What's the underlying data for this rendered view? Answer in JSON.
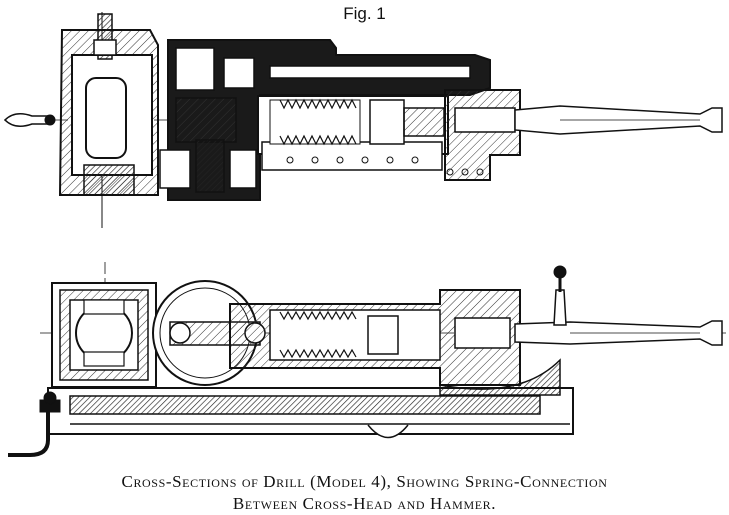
{
  "figure": {
    "label": "Fig. 1",
    "caption_line1": "Cross-Sections of Drill (Model 4), Showing Spring-Connection",
    "caption_line2": "Between Cross-Head and Hammer."
  },
  "colors": {
    "ink": "#111111",
    "paper": "#ffffff",
    "hatch": "#333333"
  }
}
